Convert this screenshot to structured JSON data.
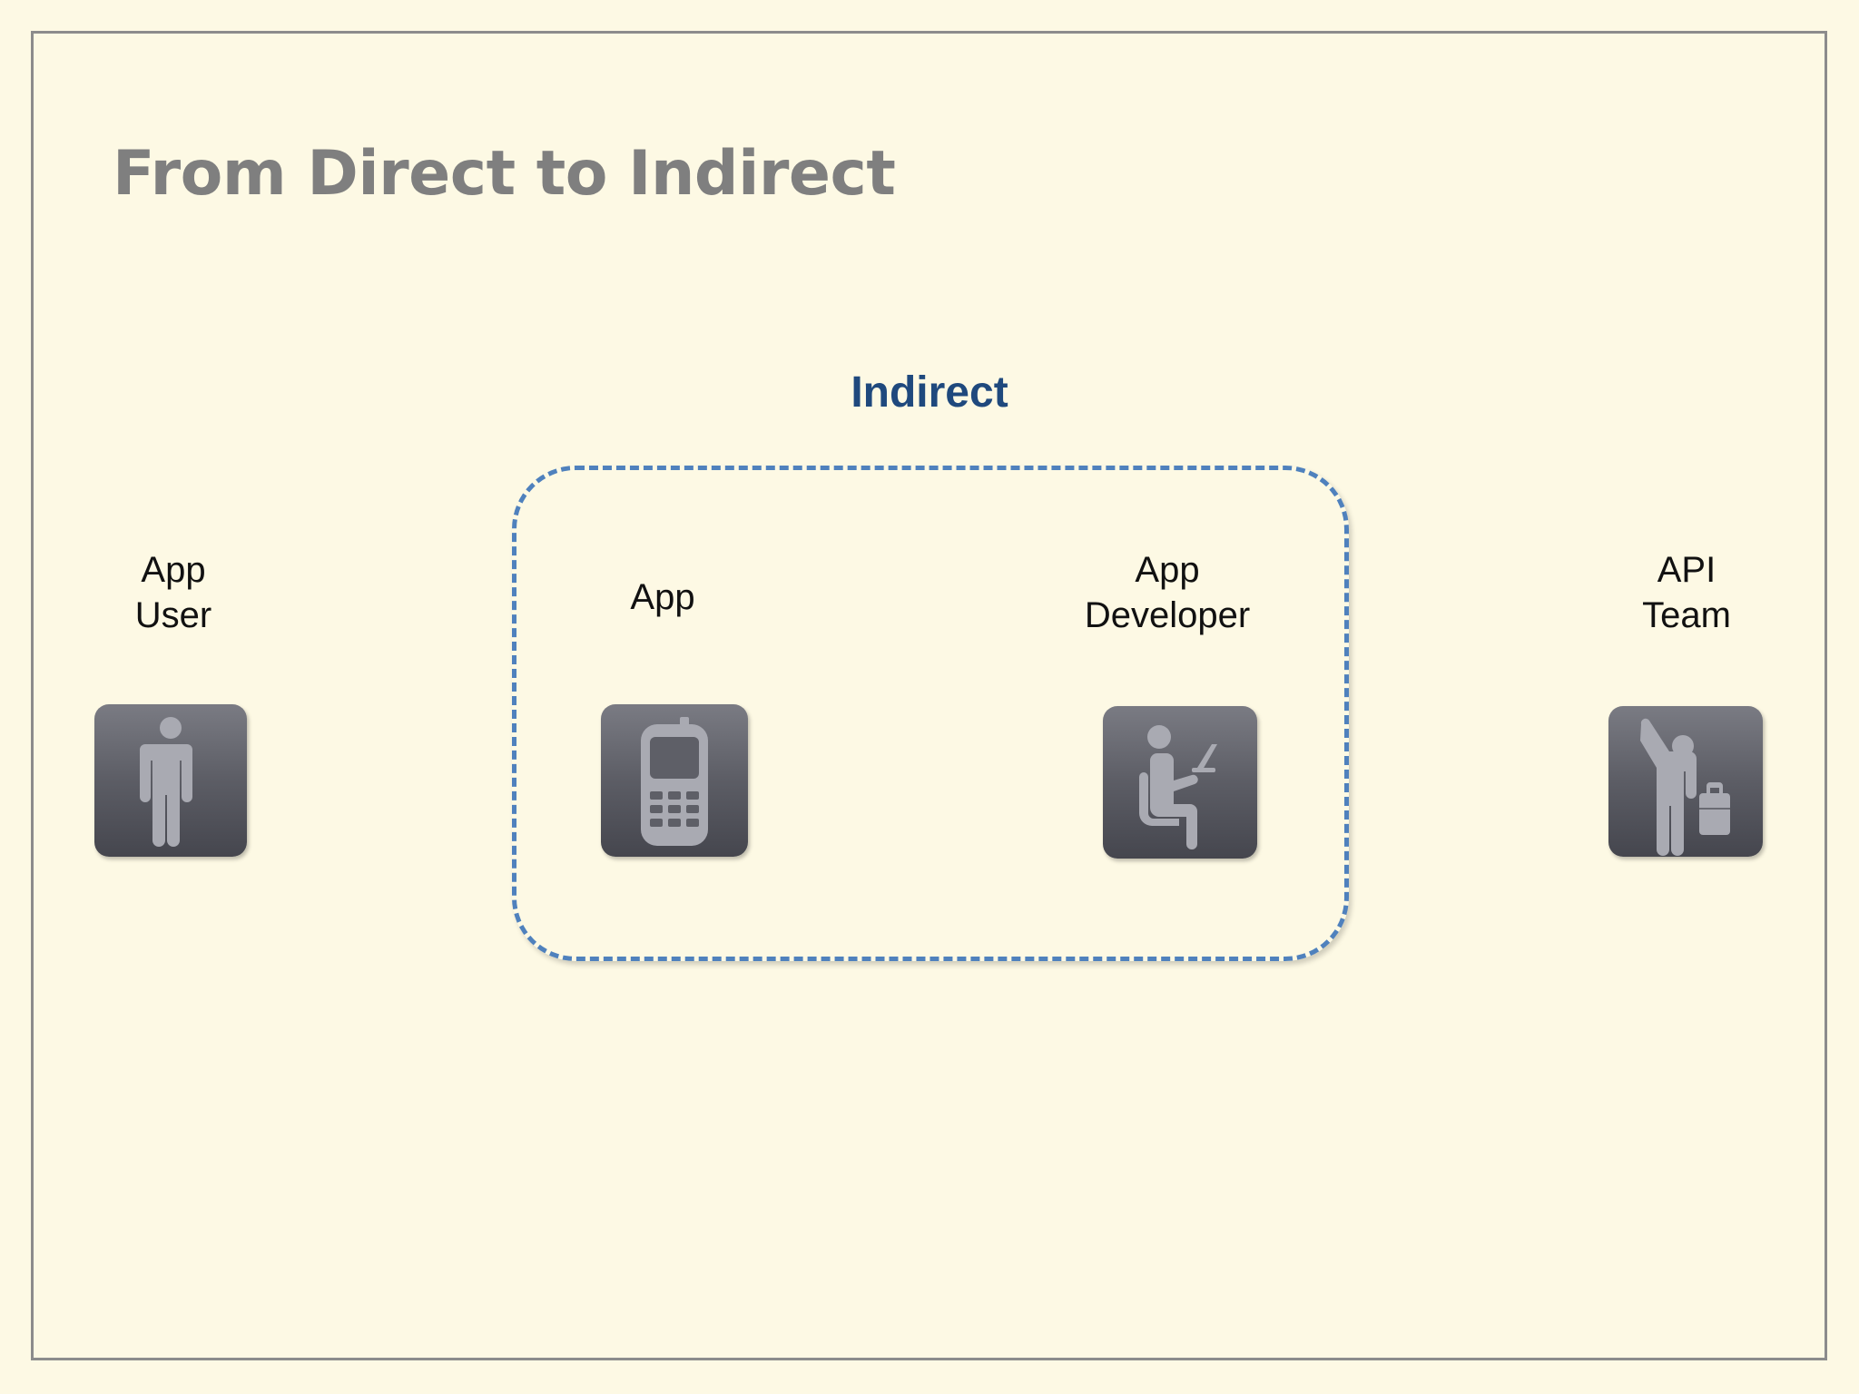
{
  "slide": {
    "title": "From Direct to Indirect",
    "group_label": "Indirect",
    "colors": {
      "background": "#fdf9e4",
      "title": "#7f7f7f",
      "group_label": "#1f497d",
      "dashed_border": "#4f81bd",
      "icon_tile": "#5c5d65",
      "icon_glyph": "#a9aab2"
    },
    "actors": [
      {
        "lines": [
          "App",
          "User"
        ],
        "icon": "standing-person-icon"
      },
      {
        "lines": [
          "App"
        ],
        "icon": "mobile-phone-icon"
      },
      {
        "lines": [
          "App",
          "Developer"
        ],
        "icon": "seated-person-laptop-icon"
      },
      {
        "lines": [
          "API",
          "Team"
        ],
        "icon": "person-with-briefcase-icon"
      }
    ]
  }
}
